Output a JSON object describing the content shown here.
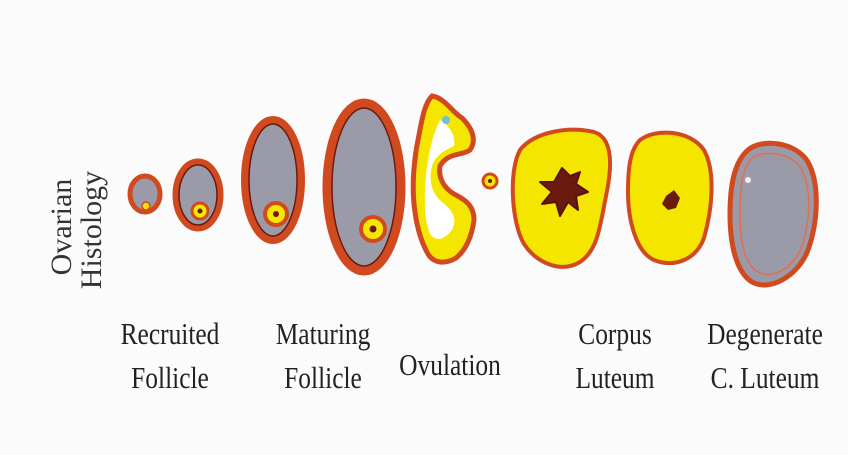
{
  "axis_title": {
    "line1": "Ovarian",
    "line2": "Histology"
  },
  "stages": [
    {
      "line1": "Recruited",
      "line2": "Follicle"
    },
    {
      "line1": "Maturing",
      "line2": "Follicle"
    },
    {
      "line1": "Ovulation",
      "line2": ""
    },
    {
      "line1": "Corpus",
      "line2": "Luteum"
    },
    {
      "line1": "Degenerate",
      "line2": "C. Luteum"
    }
  ],
  "colors": {
    "outline": "#d14a1f",
    "outline_dark": "#6b1a10",
    "gray": "#9a9aa8",
    "yellow": "#f5e600",
    "dark": "#5a1010",
    "white": "#ffffff"
  }
}
